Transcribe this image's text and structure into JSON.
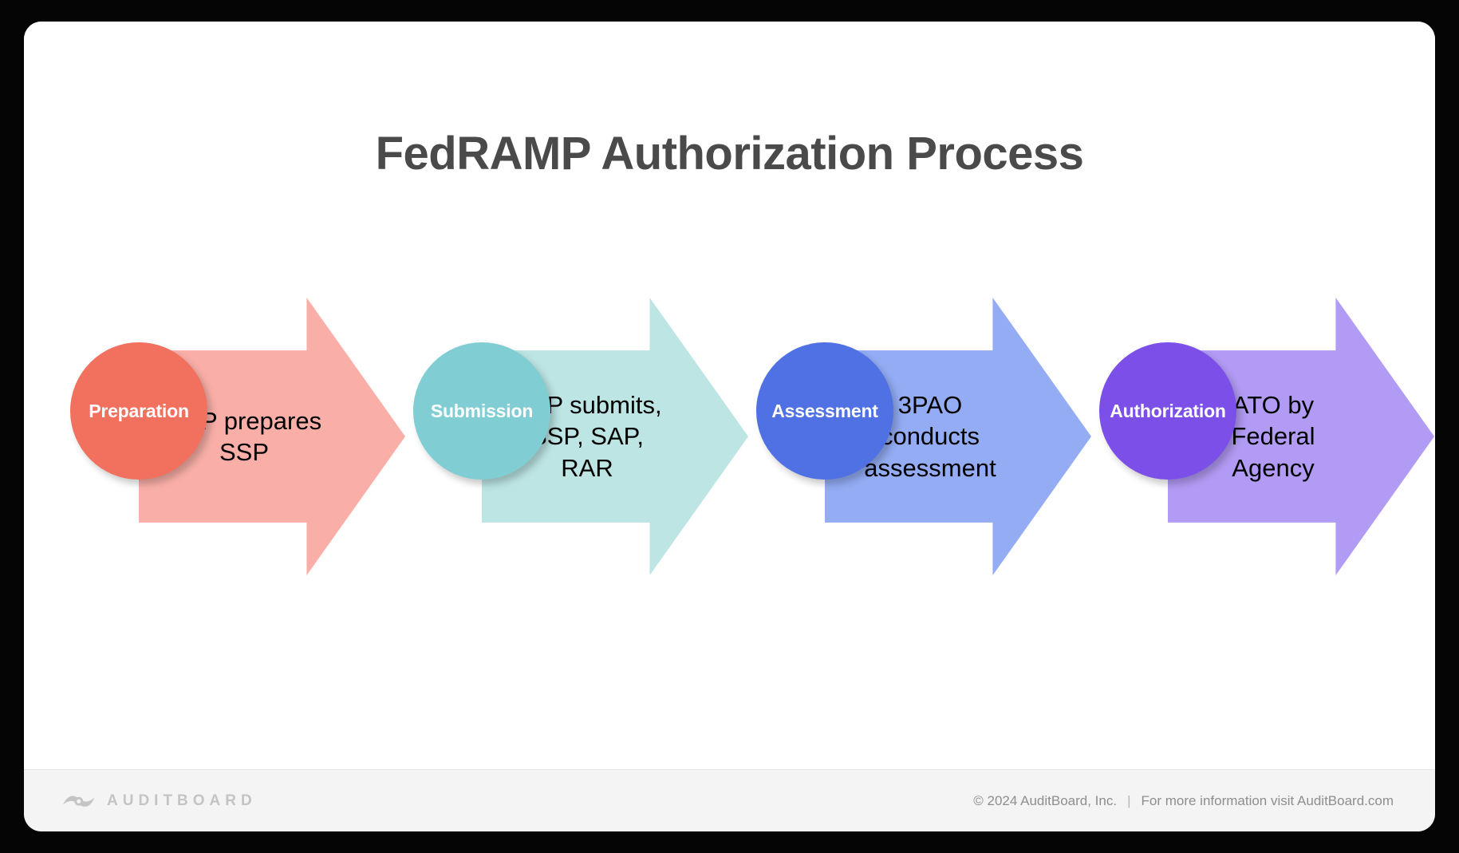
{
  "slide": {
    "title": "FedRAMP Authorization Process"
  },
  "diagram_data": {
    "type": "process-flow",
    "orientation": "horizontal",
    "stage_count": 4,
    "stages": [
      {
        "index": 1,
        "circle_label": "Preparation",
        "arrow_label": "CSP prepares SSP",
        "circle_color": "#F2705E",
        "arrow_color": "#F9AFA8"
      },
      {
        "index": 2,
        "circle_label": "Submission",
        "arrow_label": "CSP submits, SSP, SAP, RAR",
        "circle_color": "#80CED4",
        "arrow_color": "#BCE5E4"
      },
      {
        "index": 3,
        "circle_label": "Assessment",
        "arrow_label": "3PAO conducts assessment",
        "circle_color": "#4F71E3",
        "arrow_color": "#93ACF4"
      },
      {
        "index": 4,
        "circle_label": "Authorization",
        "arrow_label": "ATO by Federal Agency",
        "circle_color": "#7B4FE8",
        "arrow_color": "#B29BF4"
      }
    ]
  },
  "footer": {
    "logo_icon": "auditboard-eye-logo-icon",
    "logo_text": "AUDITBOARD",
    "copyright": "© 2024  AuditBoard, Inc.",
    "separator": "|",
    "info": "For more information visit AuditBoard.com"
  },
  "theme": {
    "page_background": "#050505",
    "card_background": "#FFFFFF",
    "title_color": "#4A4A4A",
    "footer_background": "#F4F4F4",
    "footer_text_color": "#8E8E8E",
    "logo_color": "#C4C4C4"
  }
}
